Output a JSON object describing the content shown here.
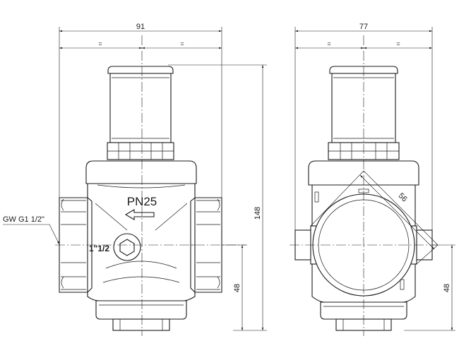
{
  "front_view": {
    "width_dim": "91",
    "half_left": "=",
    "half_right": "=",
    "height_dim": "148",
    "axis_height_dim": "48",
    "thread_label": "GW G1 1/2\"",
    "pressure_marking": "PN25",
    "size_marking": "1\"1/2"
  },
  "side_view": {
    "width_dim": "77",
    "half_left": "=",
    "half_right": "=",
    "wrench_dim": "56",
    "axis_height_dim": "48"
  }
}
